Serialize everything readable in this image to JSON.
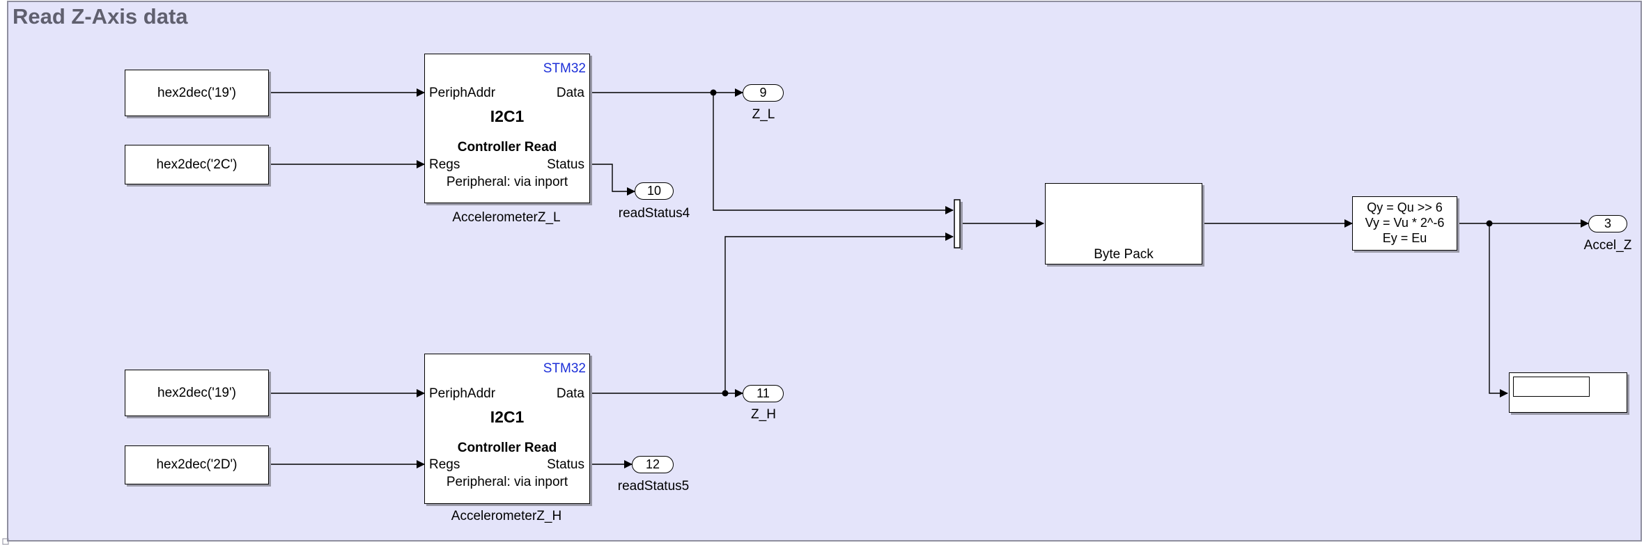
{
  "area": {
    "title": "Read Z-Axis data"
  },
  "constants": {
    "c1": "hex2dec('19')",
    "c2": "hex2dec('2C')",
    "c3": "hex2dec('19')",
    "c4": "hex2dec('2D')"
  },
  "i2c_l": {
    "vendor": "STM32",
    "in_addr": "PeriphAddr",
    "in_regs": "Regs",
    "out_data": "Data",
    "out_status": "Status",
    "title": "I2C1",
    "mode": "Controller Read",
    "peripheral": "Peripheral: via inport",
    "name": "AccelerometerZ_L"
  },
  "i2c_h": {
    "vendor": "STM32",
    "in_addr": "PeriphAddr",
    "in_regs": "Regs",
    "out_data": "Data",
    "out_status": "Status",
    "title": "I2C1",
    "mode": "Controller Read",
    "peripheral": "Peripheral: via inport",
    "name": "AccelerometerZ_H"
  },
  "outports": {
    "zl_num": "9",
    "zl_name": "Z_L",
    "rs4_num": "10",
    "rs4_name": "readStatus4",
    "zh_num": "11",
    "zh_name": "Z_H",
    "rs5_num": "12",
    "rs5_name": "readStatus5",
    "az_num": "3",
    "az_name": "Accel_Z"
  },
  "bytepack": {
    "label": "Byte Pack"
  },
  "quantizer": {
    "line1": "Qy = Qu >> 6",
    "line2": "Vy = Vu * 2^-6",
    "line3": "Ey = Eu"
  },
  "colors": {
    "background": "#e4e4fa",
    "border": "#8e8e9e",
    "title": "#5f5f6e",
    "vendor": "#1c2fd8"
  }
}
